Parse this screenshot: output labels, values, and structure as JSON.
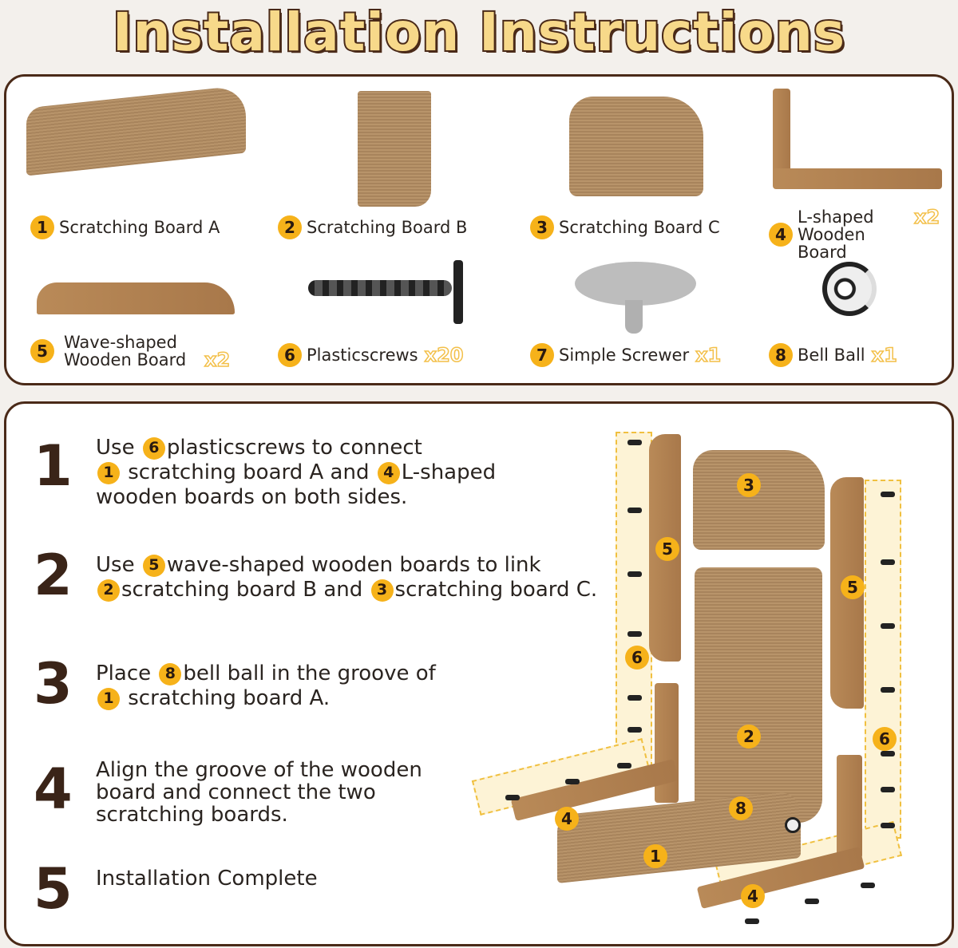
{
  "title": "Installation Instructions",
  "parts": [
    {
      "num": "1",
      "name": "Scratching Board A",
      "qty": ""
    },
    {
      "num": "2",
      "name": "Scratching Board B",
      "qty": ""
    },
    {
      "num": "3",
      "name": "Scratching Board C",
      "qty": ""
    },
    {
      "num": "4",
      "name": "L-shaped Wooden Board",
      "qty": "x2"
    },
    {
      "num": "5",
      "name": "Wave-shaped Wooden Board",
      "qty": "x2"
    },
    {
      "num": "6",
      "name": "Plasticscrews",
      "qty": "x20"
    },
    {
      "num": "7",
      "name": "Simple Screwer",
      "qty": "x1"
    },
    {
      "num": "8",
      "name": "Bell Ball",
      "qty": "x1"
    }
  ],
  "steps": [
    {
      "num": "1",
      "lines": [
        [
          {
            "b": "6"
          },
          {
            "t": "plasticscrews to connect"
          }
        ],
        [
          {
            "b": "1"
          },
          {
            "t": " scratching board A and "
          },
          {
            "b": "4"
          },
          {
            "t": "L-shaped"
          }
        ],
        [
          {
            "t": "wooden boards on both sides."
          }
        ]
      ],
      "prefix": "Use "
    },
    {
      "num": "2",
      "lines": [
        [
          {
            "b": "5"
          },
          {
            "t": "wave-shaped wooden boards to link"
          }
        ],
        [
          {
            "b": "2"
          },
          {
            "t": "scratching board B and "
          },
          {
            "b": "3"
          },
          {
            "t": "scratching board C."
          }
        ]
      ],
      "prefix": "Use "
    },
    {
      "num": "3",
      "lines": [
        [
          {
            "b": "8"
          },
          {
            "t": "bell ball in the groove of"
          }
        ],
        [
          {
            "b": "1"
          },
          {
            "t": " scratching board A."
          }
        ]
      ],
      "prefix": "Place "
    },
    {
      "num": "4",
      "lines": [
        [
          {
            "t": "Align the groove of the wooden"
          }
        ],
        [
          {
            "t": "board and connect the two"
          }
        ],
        [
          {
            "t": "scratching boards."
          }
        ]
      ],
      "prefix": ""
    },
    {
      "num": "5",
      "lines": [
        [
          {
            "t": "Installation Complete"
          }
        ]
      ],
      "prefix": ""
    }
  ],
  "diagram_labels": [
    "3",
    "5",
    "5",
    "6",
    "2",
    "6",
    "8",
    "4",
    "1",
    "4"
  ]
}
